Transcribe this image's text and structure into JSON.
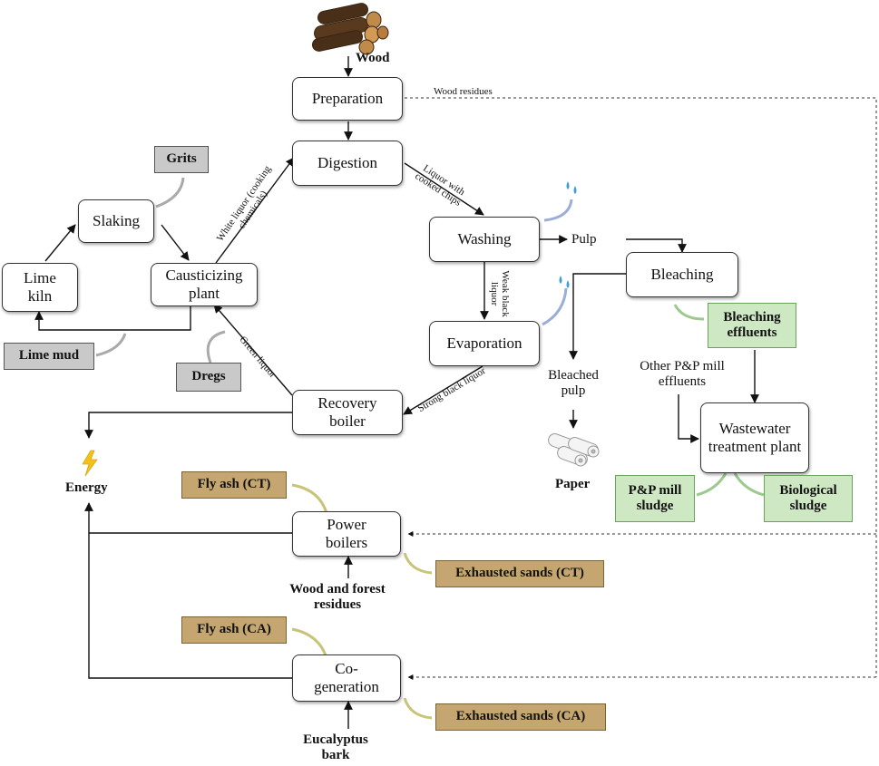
{
  "nodes": {
    "wood": "Wood",
    "preparation": "Preparation",
    "digestion": "Digestion",
    "washing": "Washing",
    "evaporation": "Evaporation",
    "recovery_boiler": "Recovery boiler",
    "causticizing_plant": "Causticizing plant",
    "slaking": "Slaking",
    "lime_kiln": "Lime kiln",
    "bleaching": "Bleaching",
    "wastewater_treatment_plant": "Wastewater treatment plant",
    "power_boilers": "Power boilers",
    "co_generation": "Co-generation",
    "energy": "Energy",
    "paper": "Paper",
    "pulp": "Pulp",
    "bleached_pulp": "Bleached pulp",
    "other_effluents": "Other P&P mill effluents",
    "wood_forest_residues": "Wood and forest residues",
    "eucalyptus_bark": "Eucalyptus bark"
  },
  "residues": {
    "grits": "Grits",
    "lime_mud": "Lime mud",
    "dregs": "Dregs",
    "bleaching_effluents": "Bleaching effluents",
    "pp_mill_sludge": "P&P mill sludge",
    "biological_sludge": "Biological sludge",
    "fly_ash_ct": "Fly ash (CT)",
    "exhausted_sands_ct": "Exhausted sands (CT)",
    "fly_ash_ca": "Fly ash (CA)",
    "exhausted_sands_ca": "Exhausted sands (CA)"
  },
  "flow_labels": {
    "wood_residues": "Wood residues",
    "liquor_with_cooked_chips": "Liquor with cooked chips",
    "white_liquor": "White liquor (cooking chemicals)",
    "weak_black_liquor": "Weak black liquor",
    "strong_black_liquor": "Strong black liquor",
    "green_liquor": "Green liquor"
  },
  "colors": {
    "gray_fill": "#c9c9c9",
    "green_fill": "#cfe8c4",
    "tan_fill": "#c5a670",
    "water_drop": "#3aa0dc",
    "energy_bolt": "#f2c21b"
  },
  "icons": [
    "wood-logs-icon",
    "water-drop-icon",
    "lightning-bolt-icon",
    "paper-rolls-icon"
  ]
}
